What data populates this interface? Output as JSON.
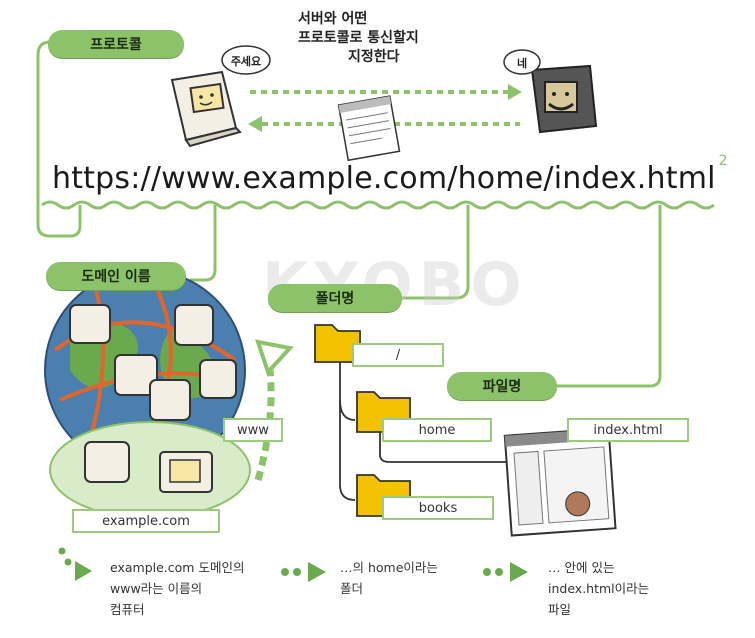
{
  "labels": {
    "protocol": "프로토콜",
    "domain": "도메인 이름",
    "folder": "폴더명",
    "file": "파일명"
  },
  "url": {
    "text": "https://www.example.com/home/index.html",
    "superscript": "2"
  },
  "top_caption": [
    "서버와 어떤",
    "프로토콜로 통신할지",
    "지정한다"
  ],
  "speech": {
    "left": "주세요",
    "right": "네"
  },
  "boxes": {
    "www": "www",
    "example": "example.com",
    "root": "/",
    "home": "home",
    "books": "books",
    "index": "index.html"
  },
  "legend": [
    {
      "lines": [
        "example.com 도메인의",
        "www라는 이름의",
        "컴퓨터"
      ]
    },
    {
      "lines": [
        "…의 home이라는",
        "폴더"
      ]
    },
    {
      "lines": [
        "… 안에 있는",
        "index.html이라는",
        "파일"
      ]
    }
  ],
  "colors": {
    "accent": "#8cc36a",
    "orange": "#e0662b",
    "globe": "#4a7fb0",
    "folder": "#f2c200"
  },
  "icons": [
    "computer-icon",
    "server-icon",
    "document-icon",
    "globe-icon",
    "folder-icon",
    "arrow-icon"
  ]
}
